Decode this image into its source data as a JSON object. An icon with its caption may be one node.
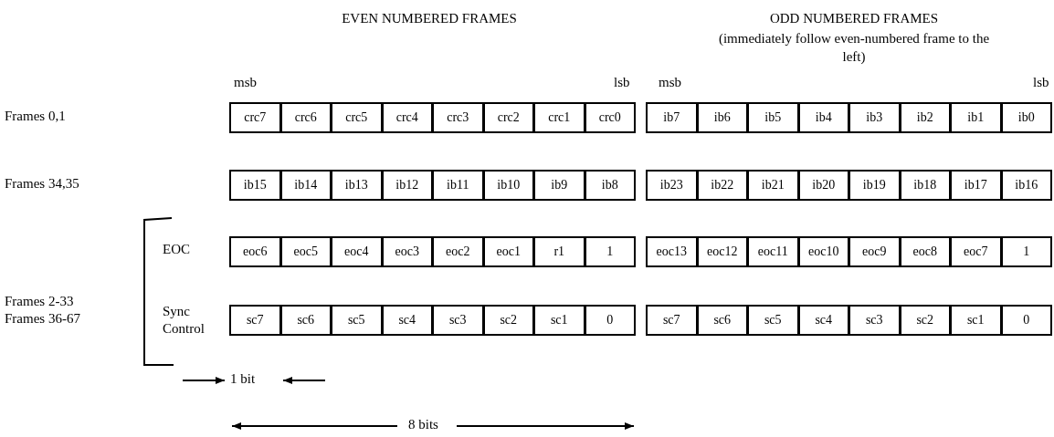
{
  "diagram": {
    "labels": [
      "EVEN NUMBERED FRAMES",
      "ODD NUMBERED FRAMES",
      "(immediately follow even-numbered frame to the left)",
      "msb",
      "lsb",
      "msb",
      "lsb",
      "Frames 0,1",
      "crc7",
      "crc6",
      "crc5",
      "crc4",
      "crc3",
      "crc2",
      "crc1",
      "crc0",
      "ib7",
      "ib6",
      "ib5",
      "ib4",
      "ib3",
      "ib2",
      "ib1",
      "ib0",
      "Frames 34,35",
      "ib15",
      "ib14",
      "ib13",
      "ib12",
      "ib11",
      "ib10",
      "ib9",
      "ib8",
      "ib23",
      "ib22",
      "ib21",
      "ib20",
      "ib19",
      "ib18",
      "ib17",
      "ib16",
      "EOC",
      "eoc6",
      "eoc5",
      "eoc4",
      "eoc3",
      "eoc2",
      "eoc1",
      "r1",
      "1",
      "eoc13",
      "eoc12",
      "eoc11",
      "eoc10",
      "eoc9",
      "eoc8",
      "eoc7",
      "1",
      "Frames 2-33",
      "Frames 36-67",
      "Sync Control",
      "sc7",
      "sc6",
      "sc5",
      "sc4",
      "sc3",
      "sc2",
      "sc1",
      "0",
      "sc7",
      "sc6",
      "sc5",
      "sc4",
      "sc3",
      "sc2",
      "sc1",
      "0",
      "1 bit",
      "8 bits"
    ]
  }
}
